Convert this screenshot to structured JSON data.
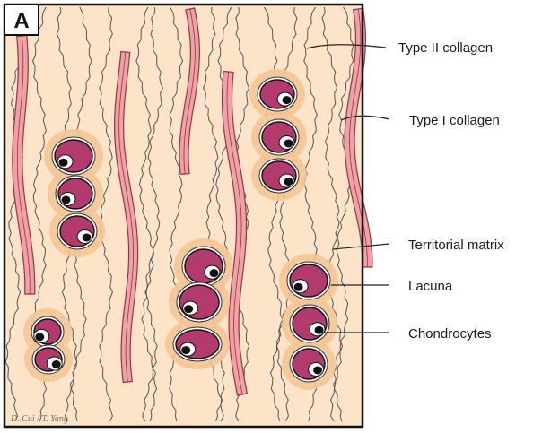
{
  "panel_letter": "A",
  "signature": "D. Cui / T. Yang",
  "labels": {
    "type2": "Type II collagen",
    "type1": "Type I collagen",
    "territorial": "Territorial matrix",
    "lacuna": "Lacuna",
    "chondrocytes": "Chondrocytes"
  },
  "colors": {
    "matrix": "#fde3c8",
    "halo": "#f5c595",
    "lacuna": "#ffffff",
    "chondrocyte": "#b33a6c",
    "nucleus_ring": "#ffffff",
    "nucleus": "#111111",
    "type1_collagen": "#f2a0a6",
    "type2_collagen": "#555555",
    "frame": "#111111"
  }
}
